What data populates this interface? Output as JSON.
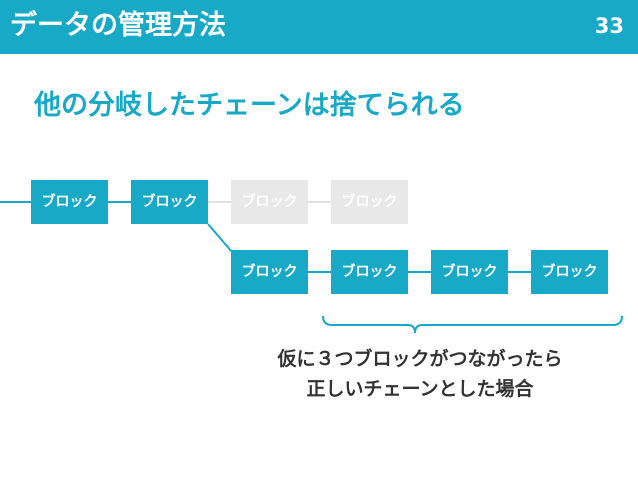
{
  "header": {
    "title": "データの管理方法",
    "page_number": "33",
    "color": "#17a9c6"
  },
  "slide_title": "他の分岐したチェーンは捨てられる",
  "diagram": {
    "block_label": "ブロック",
    "top_chain": [
      "ブロック",
      "ブロック",
      "ブロック",
      "ブロック"
    ],
    "top_chain_discarded": [
      false,
      false,
      true,
      true
    ],
    "bottom_chain": [
      "ブロック",
      "ブロック",
      "ブロック",
      "ブロック"
    ],
    "active_color": "#17a9c6",
    "discarded_color": "#e8e8e8"
  },
  "caption": {
    "line1": "仮に３つブロックがつながったら",
    "line2": "正しいチェーンとした場合"
  }
}
